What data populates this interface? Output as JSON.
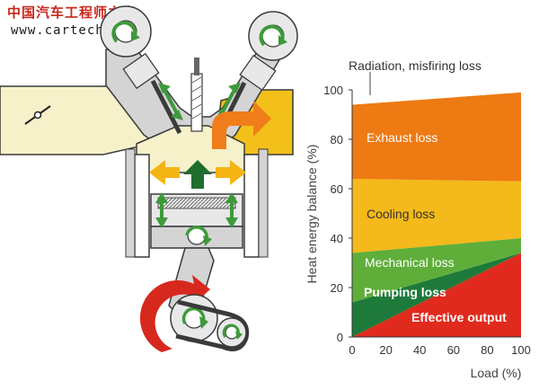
{
  "watermark": {
    "site_name": "中国汽车工程师之家",
    "site_url": "www.cartech8.com"
  },
  "colors": {
    "intake_air": "#f6f1c9",
    "engine_body": "#d4d4d4",
    "outline": "#3a3a3a",
    "arrow_green": "#3d9a3a",
    "arrow_dark_green": "#1e6e2e",
    "arrow_orange": "#f07d1a",
    "arrow_yellow": "#f3b414",
    "crank_red": "#d7281e",
    "exhaust_loss": "#ee7a13",
    "cooling_loss": "#f4b91a",
    "mechanical_loss": "#5fae3a",
    "pumping_loss": "#1e7a3a",
    "effective_output": "#e12a1e"
  },
  "chart_data": {
    "type": "area",
    "title": "",
    "xlabel": "Load (%)",
    "ylabel": "Heat energy balance (%)",
    "xlim": [
      0,
      100
    ],
    "ylim": [
      0,
      100
    ],
    "x_ticks": [
      "0",
      "20",
      "40",
      "60",
      "80",
      "100"
    ],
    "y_ticks": [
      "0",
      "20",
      "40",
      "60",
      "80",
      "100"
    ],
    "x": [
      0,
      100
    ],
    "series": [
      {
        "name": "Effective output",
        "label_color": "#ffffff",
        "values": [
          0,
          34
        ]
      },
      {
        "name": "Pumping loss",
        "label_color": "#ffffff",
        "values": [
          14,
          0
        ]
      },
      {
        "name": "Mechanical loss",
        "label_color": "#ffffff",
        "values": [
          20,
          6
        ]
      },
      {
        "name": "Cooling loss",
        "label_color": "#333333",
        "values": [
          30,
          23
        ]
      },
      {
        "name": "Exhaust loss",
        "label_color": "#ffffff",
        "values": [
          30,
          36
        ]
      },
      {
        "name": "Radiation, misfiring loss",
        "label_color": "#333333",
        "values": [
          6,
          1
        ]
      }
    ]
  }
}
